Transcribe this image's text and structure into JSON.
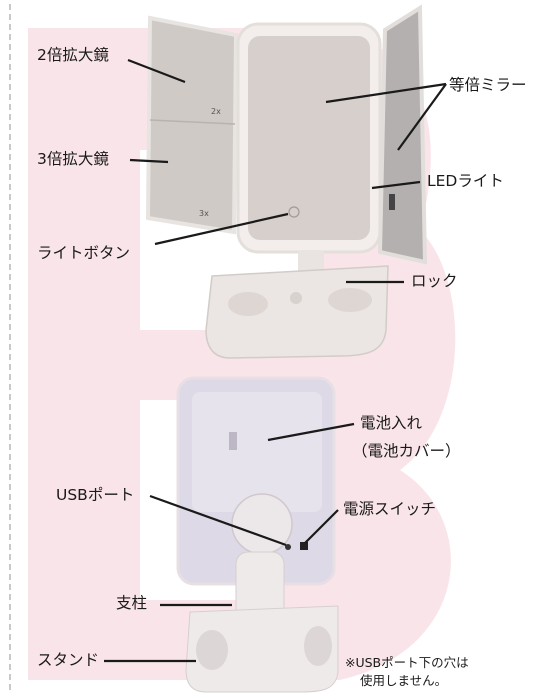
{
  "brand_color": "#f3c7cf",
  "labels": {
    "mag2x": "2倍拡大鏡",
    "mag3x": "3倍拡大鏡",
    "mirror1x": "等倍ミラー",
    "led_light": "LEDライト",
    "light_button": "ライトボタン",
    "lock": "ロック",
    "battery_line1": "電池入れ",
    "battery_line2": "（電池カバー）",
    "usb_port": "USBポート",
    "power_switch": "電源スイッチ",
    "pillar": "支柱",
    "stand": "スタンド"
  },
  "mirror_marks": {
    "x2": "2x",
    "x3": "3x"
  },
  "note": {
    "line1": "※USBポート下の穴は",
    "line2": "使用しません。"
  }
}
